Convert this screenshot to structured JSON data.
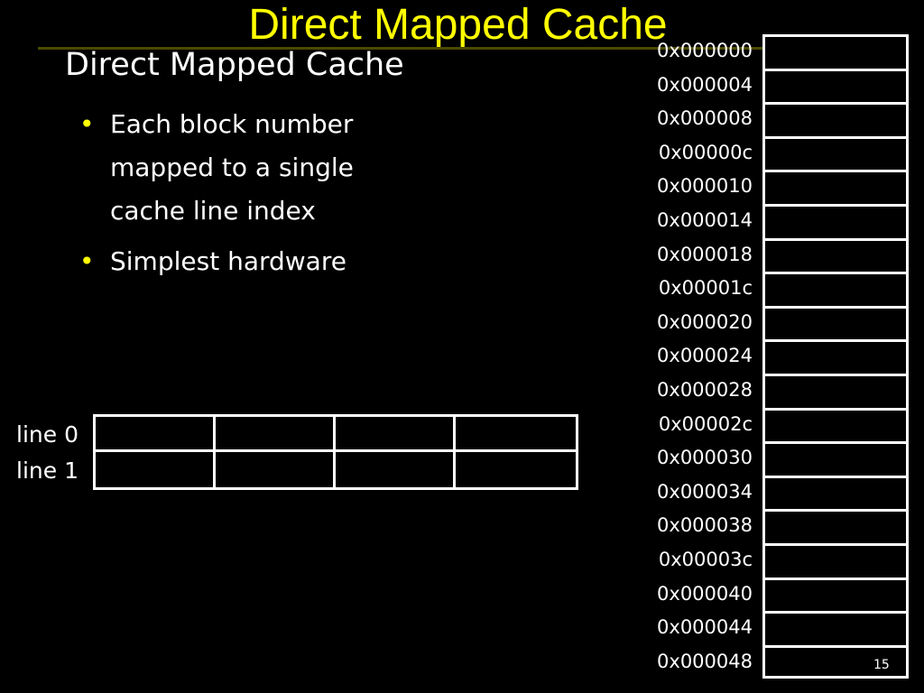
{
  "slide": {
    "title": "Direct Mapped Cache",
    "subtitle": "Direct Mapped Cache",
    "bullets": [
      "Each block number mapped to a single cache line index",
      "Simplest hardware"
    ],
    "page_number": "15"
  },
  "cache": {
    "lines": [
      "line 0",
      "line 1"
    ],
    "blocks_per_line": 4
  },
  "memory": {
    "addresses": [
      "0x000000",
      "0x000004",
      "0x000008",
      "0x00000c",
      "0x000010",
      "0x000014",
      "0x000018",
      "0x00001c",
      "0x000020",
      "0x000024",
      "0x000028",
      "0x00002c",
      "0x000030",
      "0x000034",
      "0x000038",
      "0x00003c",
      "0x000040",
      "0x000044",
      "0x000048"
    ]
  },
  "colors": {
    "background": "#000000",
    "title": "#ffff00",
    "text": "#ffffff",
    "bullet": "#ffff00"
  }
}
